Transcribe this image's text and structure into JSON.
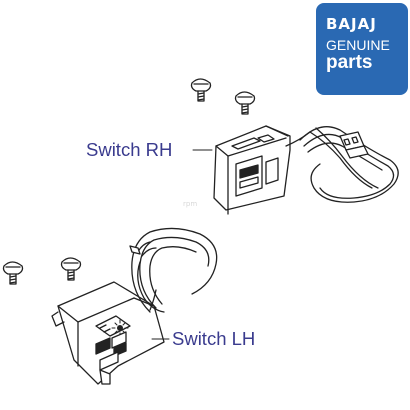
{
  "logo": {
    "brand": "BAJAJ",
    "line1": "GENUINE",
    "line2": "parts",
    "background": "#2a69b3",
    "text_color": "#ffffff"
  },
  "labels": {
    "switch_rh": "Switch RH",
    "switch_lh": "Switch LH",
    "color": "#3a3b8e"
  },
  "watermark": "rpm"
}
